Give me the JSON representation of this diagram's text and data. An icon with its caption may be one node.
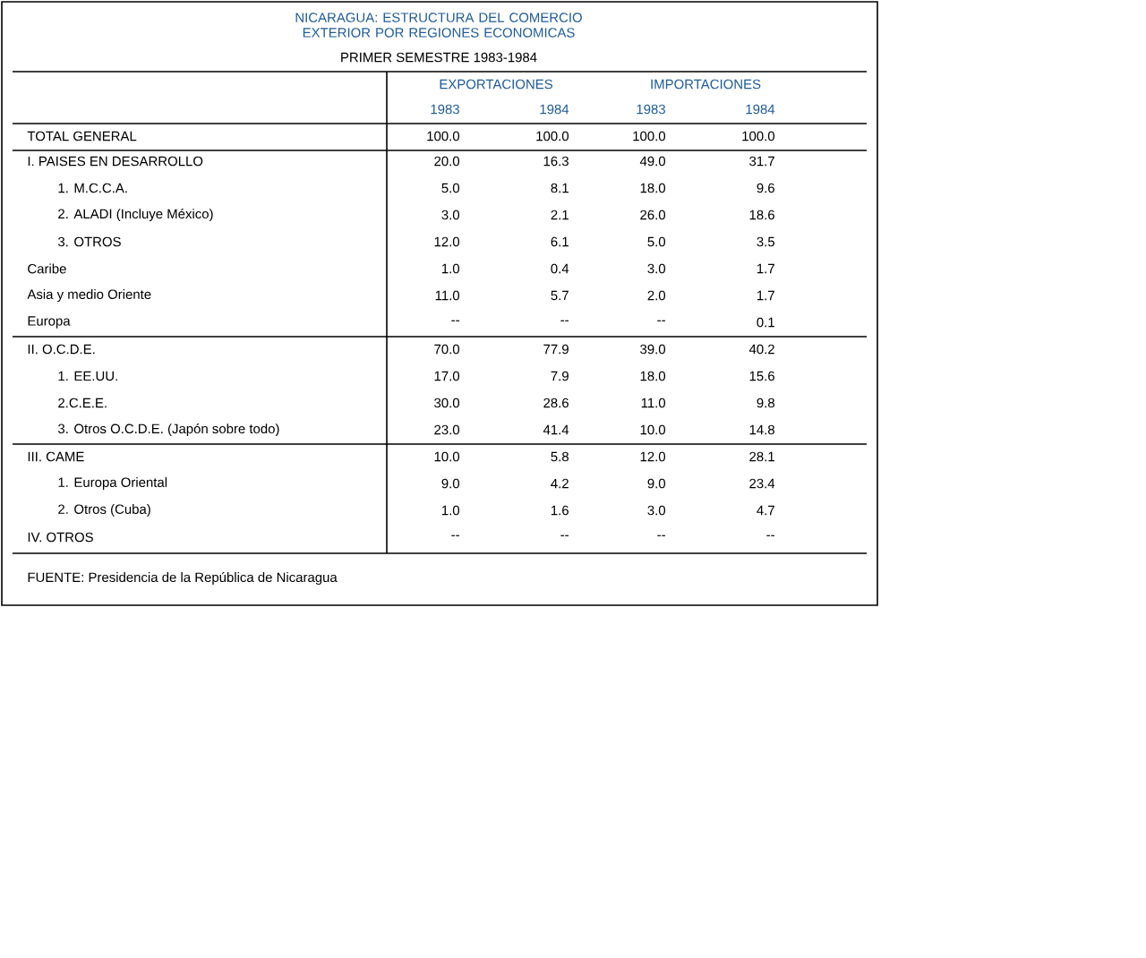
{
  "diagram": {
    "title": "NICARAGUA: ESTRUCTURA DEL COMERCIO EXTERIOR POR REGIONES ECONOMICAS",
    "labels": [
      "PRIMER SEMESTRE 1983-1984",
      "EXPORTACIONES",
      "IMPORTACIONES",
      "1983",
      "1984",
      "1983",
      "1984",
      "TOTAL GENERAL",
      "100.0",
      "100.0",
      "100.0",
      "100.0",
      "I. PAISES EN DESARROLLO",
      "20.0",
      "16.3",
      "49.0",
      "31.7",
      "1. M.C.C.A.",
      "5.0",
      "8.1",
      "18.0",
      "9.6",
      "2. ALADI (Incluye México)",
      "3.0",
      "2.1",
      "26.0",
      "18.6",
      "3. OTROS",
      "12.0",
      "6.1",
      "5.0",
      "3.5",
      "Caribe",
      "1.0",
      "0.4",
      "3.0",
      "1.7",
      "Asia y medio Oriente",
      "11.0",
      "5.7",
      "2.0",
      "1.7",
      "Europa",
      "--",
      "--",
      "--",
      "0.1",
      "II. O.C.D.E.",
      "70.0",
      "77.9",
      "39.0",
      "40.2",
      "1. EE.UU.",
      "17.0",
      "7.9",
      "18.0",
      "15.6",
      "2.C.E.E.",
      "30.0",
      "28.6",
      "11.0",
      "9.8",
      "3. Otros O.C.D.E. (Japón sobre todo)",
      "23.0",
      "41.4",
      "10.0",
      "14.8",
      "III. CAME",
      "10.0",
      "5.8",
      "12.0",
      "28.1",
      "1. Europa Oriental",
      "9.0",
      "4.2",
      "9.0",
      "23.4",
      "2. Otros (Cuba)",
      "1.0",
      "1.6",
      "3.0",
      "4.7",
      "IV. OTROS",
      "--",
      "--",
      "--",
      "--",
      "FUENTE:  Presidencia de la República de Nicaragua"
    ]
  }
}
